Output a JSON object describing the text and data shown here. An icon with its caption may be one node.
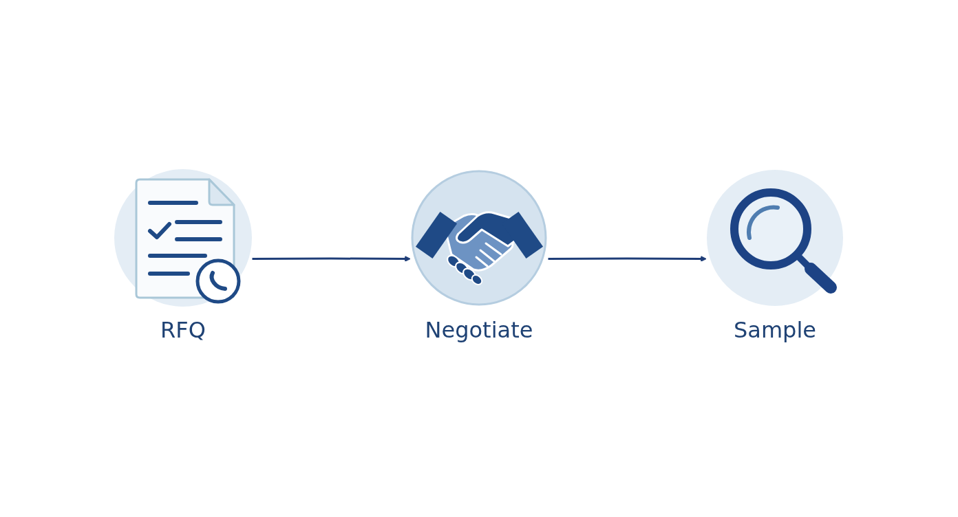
{
  "diagram": {
    "nodes": [
      {
        "text": [
          "RFQ"
        ]
      },
      {
        "text": [
          "Negotiate"
        ]
      },
      {
        "text": [
          "Sample"
        ]
      }
    ],
    "edges": [
      {
        "from": 0,
        "to": 1,
        "arrow": "to"
      },
      {
        "from": 1,
        "to": 2,
        "arrow": "to"
      }
    ]
  }
}
